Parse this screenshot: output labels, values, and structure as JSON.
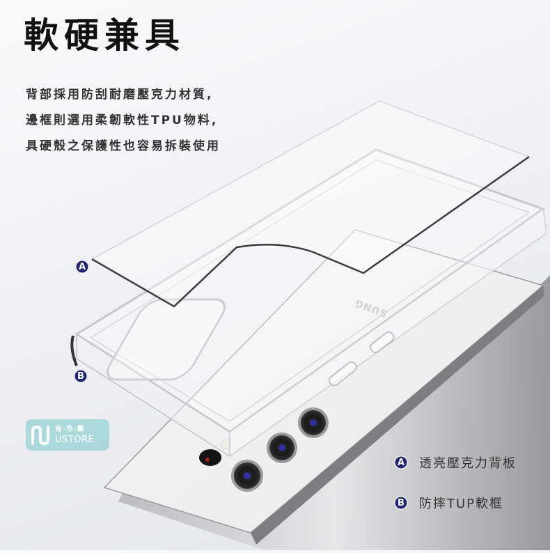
{
  "title": "軟硬兼具",
  "description": [
    "背部採用防刮耐磨壓克力材質,",
    "邊框則選用柔韌軟性TPU物料,",
    "具硬殼之保護性也容易拆裝使用"
  ],
  "markers": {
    "a": "A",
    "b": "B"
  },
  "legend": [
    {
      "marker": "A",
      "label": "透亮壓克力背板"
    },
    {
      "marker": "B",
      "label": "防摔TUP軟框"
    }
  ],
  "phone_brand_text": "SUNG",
  "watermark": {
    "cn": "有·市·集",
    "en": "USTORE"
  },
  "colors": {
    "marker_bg": "#1f2470",
    "watermark_bg": "#78c8c8",
    "title": "#111111",
    "text": "#333333"
  }
}
